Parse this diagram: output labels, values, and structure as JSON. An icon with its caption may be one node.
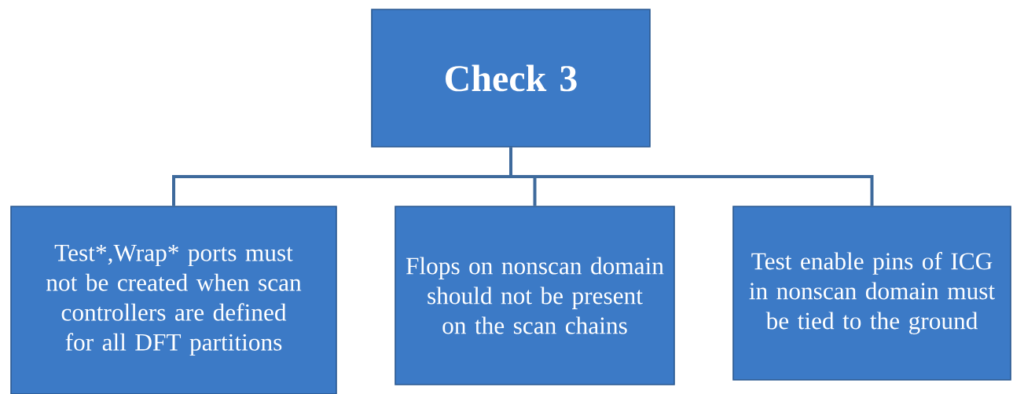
{
  "diagram": {
    "nodes": [
      {
        "text": [
          "Check 3"
        ]
      },
      {
        "text": [
          "Test*,Wrap* ports must not be created when scan controllers are defined for all DFT partitions"
        ]
      },
      {
        "text": [
          "Flops on nonscan domain should not be present on the scan chains"
        ]
      },
      {
        "text": [
          "Test enable pins of ICG in nonscan domain must be tied to the ground"
        ]
      }
    ],
    "edges": [
      {
        "from": 0,
        "to": 1,
        "arrow": "none"
      },
      {
        "from": 0,
        "to": 2,
        "arrow": "none"
      },
      {
        "from": 0,
        "to": 3,
        "arrow": "none"
      }
    ]
  }
}
